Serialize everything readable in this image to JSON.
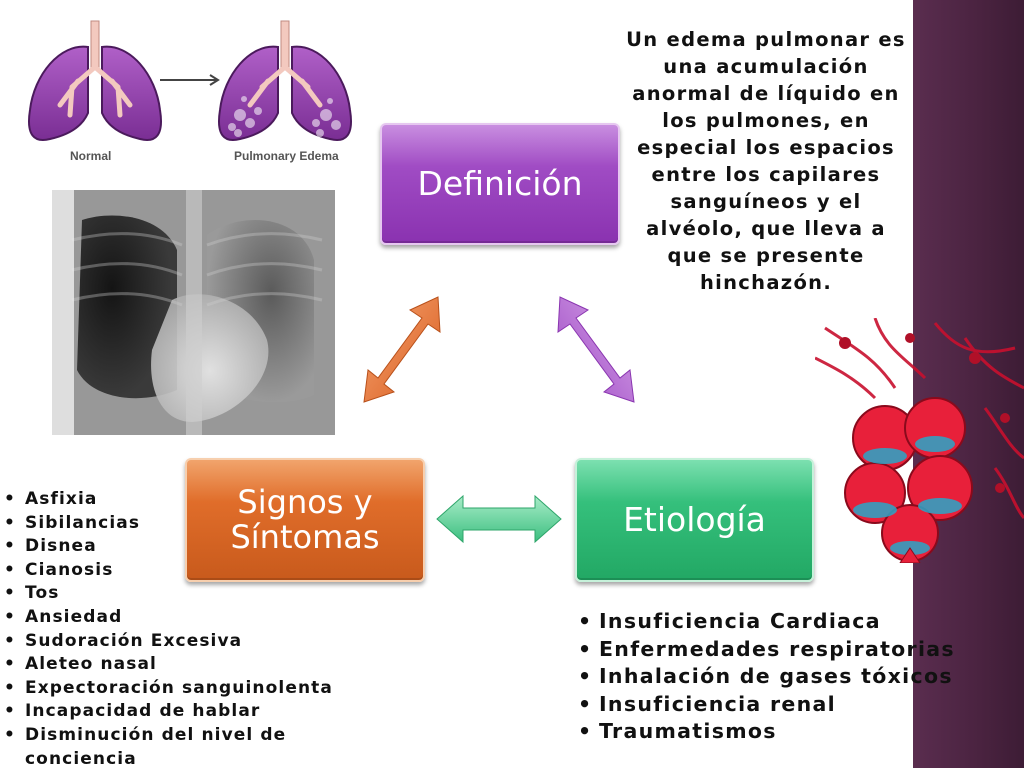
{
  "lungs": {
    "normal_label": "Normal",
    "edema_label": "Pulmonary Edema"
  },
  "nodes": {
    "definicion": "Definición",
    "signos_line1": "Signos y",
    "signos_line2": "Síntomas",
    "etiologia": "Etiología"
  },
  "definition_text": "Un edema pulmonar es una acumulación anormal de líquido en los pulmones, en especial los espacios entre los capilares sanguíneos y el alvéolo, que lleva a que se presente hinchazón.",
  "symptoms": [
    "Asfixia",
    "Sibilancias",
    "Disnea",
    "Cianosis",
    "Tos",
    "Ansiedad",
    "Sudoración Excesiva",
    "Aleteo nasal",
    "Expectoración sanguinolenta",
    "Incapacidad de hablar",
    "Disminución del nivel de conciencia"
  ],
  "causes": [
    "Insuficiencia Cardiaca",
    "Enfermedades respiratorias",
    "Inhalación de gases tóxicos",
    "Insuficiencia renal",
    "Traumatismos"
  ],
  "colors": {
    "definicion": "#a04cc4",
    "signos": "#e06d2a",
    "etiologia": "#35c07c",
    "side_band": "#4a2340"
  }
}
